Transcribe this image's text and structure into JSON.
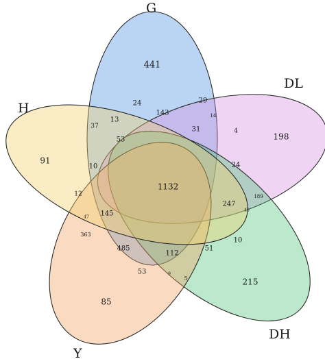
{
  "sets": [
    {
      "id": "G",
      "label": "G",
      "color": "#4a90e2"
    },
    {
      "id": "DL",
      "label": "DL",
      "color": "#d68fe0"
    },
    {
      "id": "DH",
      "label": "DH",
      "color": "#4fc27a"
    },
    {
      "id": "Y",
      "label": "Y",
      "color": "#f2a15f"
    },
    {
      "id": "H",
      "label": "H",
      "color": "#f3d06a"
    }
  ],
  "regions": [
    {
      "value": "441"
    },
    {
      "value": "198"
    },
    {
      "value": "215"
    },
    {
      "value": "85"
    },
    {
      "value": "91"
    },
    {
      "value": "29"
    },
    {
      "value": "24"
    },
    {
      "value": "143"
    },
    {
      "value": "13"
    },
    {
      "value": "37"
    },
    {
      "value": "14"
    },
    {
      "value": "31"
    },
    {
      "value": "53"
    },
    {
      "value": "4"
    },
    {
      "value": "10"
    },
    {
      "value": "24"
    },
    {
      "value": "1132"
    },
    {
      "value": "12"
    },
    {
      "value": "189"
    },
    {
      "value": "247"
    },
    {
      "value": "47"
    },
    {
      "value": "145"
    },
    {
      "value": "40"
    },
    {
      "value": "363"
    },
    {
      "value": "10"
    },
    {
      "value": "485"
    },
    {
      "value": "112"
    },
    {
      "value": "51"
    },
    {
      "value": "53"
    },
    {
      "value": "9"
    },
    {
      "value": "5"
    }
  ]
}
